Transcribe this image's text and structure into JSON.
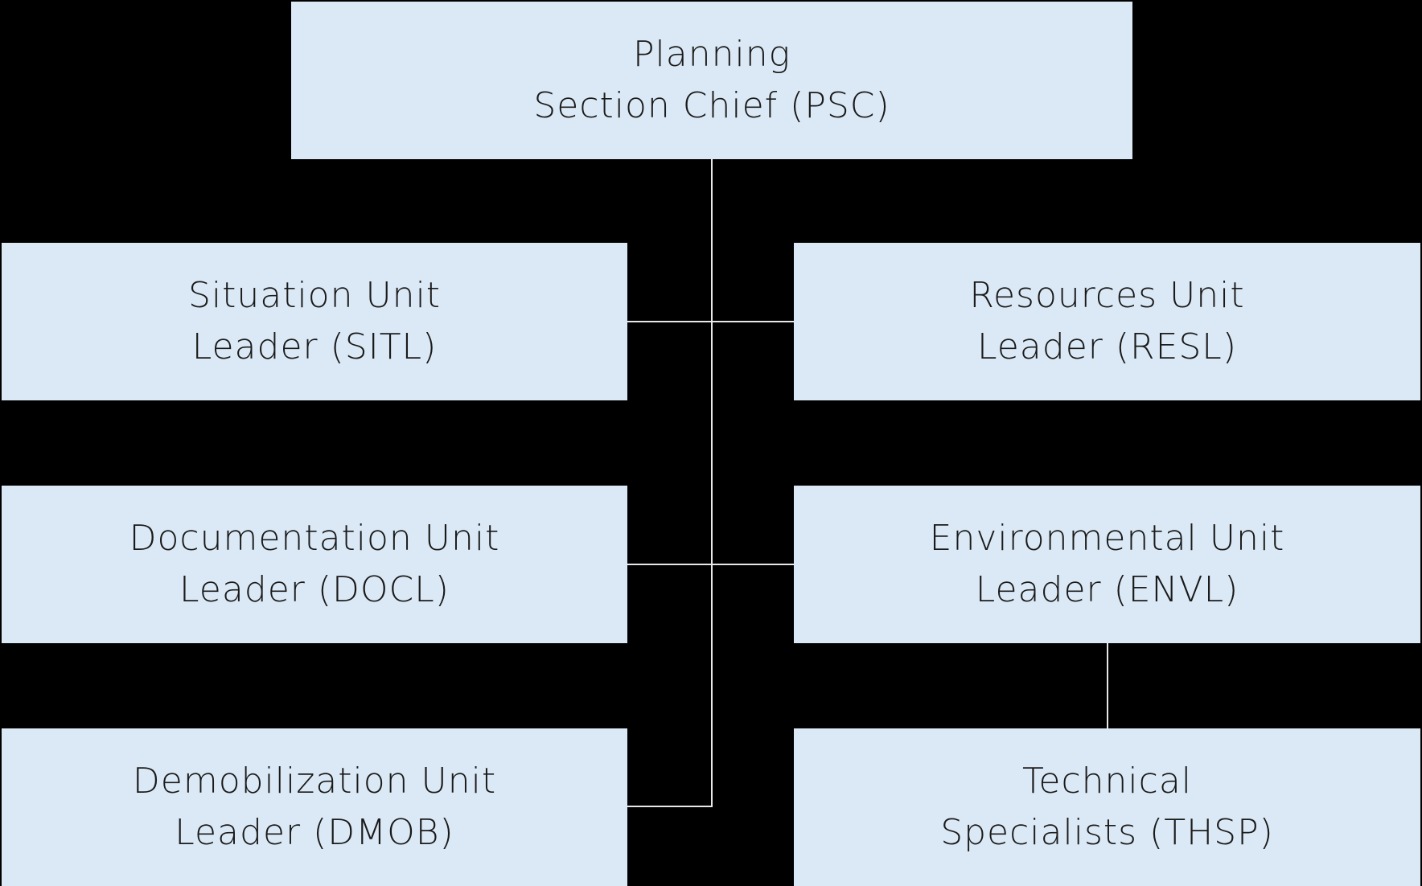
{
  "diagram": {
    "nodes": {
      "psc": {
        "label": "Planning\nSection Chief (PSC)"
      },
      "sitl": {
        "label": "Situation Unit\nLeader (SITL)"
      },
      "resl": {
        "label": "Resources Unit\nLeader (RESL)"
      },
      "docl": {
        "label": "Documentation Unit\nLeader (DOCL)"
      },
      "envl": {
        "label": "Environmental Unit\nLeader (ENVL)"
      },
      "dmob": {
        "label": "Demobilization Unit\nLeader (DMOB)"
      },
      "thsp": {
        "label": "Technical\nSpecialists (THSP)"
      }
    },
    "edges": [
      {
        "from": "psc",
        "to": "sitl"
      },
      {
        "from": "psc",
        "to": "resl"
      },
      {
        "from": "psc",
        "to": "docl"
      },
      {
        "from": "psc",
        "to": "envl"
      },
      {
        "from": "psc",
        "to": "dmob"
      },
      {
        "from": "envl",
        "to": "thsp"
      }
    ],
    "colors": {
      "background": "#000000",
      "box_fill": "#dbe9f6",
      "text": "#1a1a1a",
      "connector": "#e8e8e8"
    }
  }
}
